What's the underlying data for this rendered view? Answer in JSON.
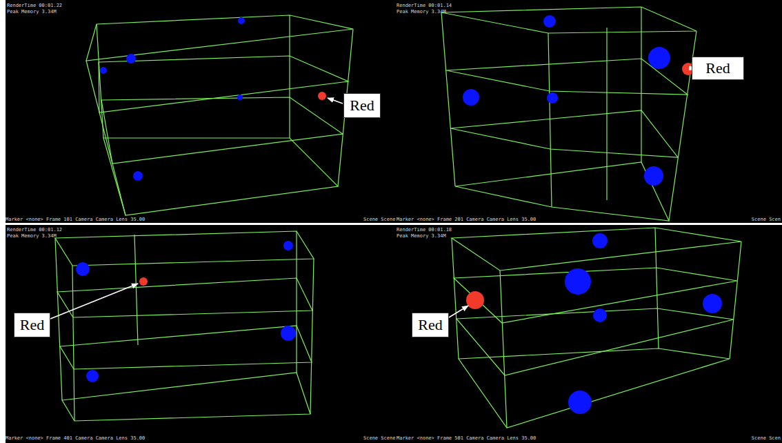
{
  "diagram": {
    "nodes": [
      {
        "text": [
          "Red"
        ]
      },
      {
        "text": [
          "Red"
        ]
      },
      {
        "text": [
          "Red"
        ]
      },
      {
        "text": [
          "Red"
        ]
      }
    ],
    "labels": [
      "RenderTime 00:01.22",
      "Peak Memory 3.34M",
      "Marker <none> Frame 101 Camera Camera Lens 35.00",
      "Scene Scene",
      "RenderTime 00:01.14",
      "Peak Memory 3.34M",
      "Marker <none> Frame 201 Camera Camera Lens 35.00",
      "Scene Scen",
      "RenderTime 00:01.12",
      "Peak Memory 3.34M",
      "Marker <none> Frame 401 Camera Camera Lens 35.00",
      "Scene Scene",
      "RenderTime 00:01.18",
      "Peak Memory 3.34M",
      "Marker <none> Frame 501 Camera Camera Lens 35.00",
      "Scene Scen"
    ]
  }
}
